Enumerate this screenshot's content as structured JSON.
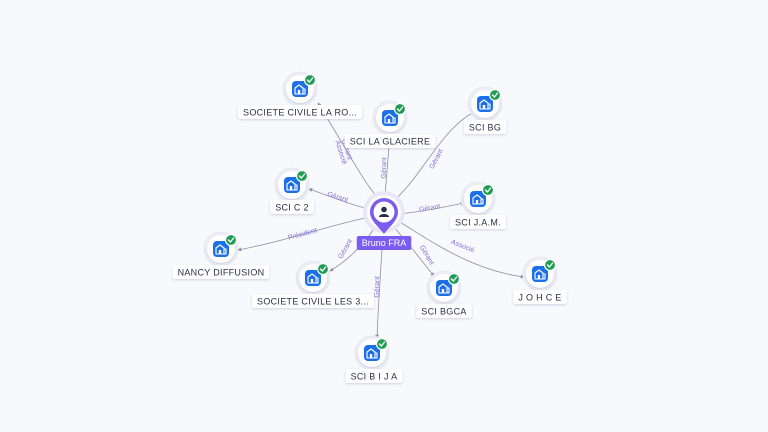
{
  "center": {
    "name": "Bruno FRA",
    "icon": "person-icon"
  },
  "colors": {
    "accent": "#7b5cf0",
    "company_icon": "#1d6fe8",
    "check": "#1f9d55",
    "edge": "#8a8fa3",
    "edge_label": "#7b72d9"
  },
  "companies": [
    {
      "id": "n1",
      "name": "SOCIETE CIVILE LA RO...",
      "roles": [
        "Gérant",
        "Associé"
      ]
    },
    {
      "id": "n2",
      "name": "SCI LA GLACIERE",
      "roles": [
        "Gérant"
      ]
    },
    {
      "id": "n3",
      "name": "SCI BG",
      "roles": [
        "Gérant"
      ]
    },
    {
      "id": "n4",
      "name": "SCI C 2",
      "roles": [
        "Gérant"
      ]
    },
    {
      "id": "n5",
      "name": "SCI J.A.M.",
      "roles": [
        "Gérant"
      ]
    },
    {
      "id": "n6",
      "name": "NANCY DIFFUSION",
      "roles": [
        "Président"
      ]
    },
    {
      "id": "n7",
      "name": "J O H C E",
      "roles": [
        "Associé"
      ]
    },
    {
      "id": "n8",
      "name": "SOCIETE CIVILE LES 3...",
      "roles": [
        "Gérant"
      ]
    },
    {
      "id": "n9",
      "name": "SCI BGCA",
      "roles": [
        "Gérant"
      ]
    },
    {
      "id": "n10",
      "name": "SCI B I J A",
      "roles": [
        "Gérant"
      ]
    }
  ]
}
